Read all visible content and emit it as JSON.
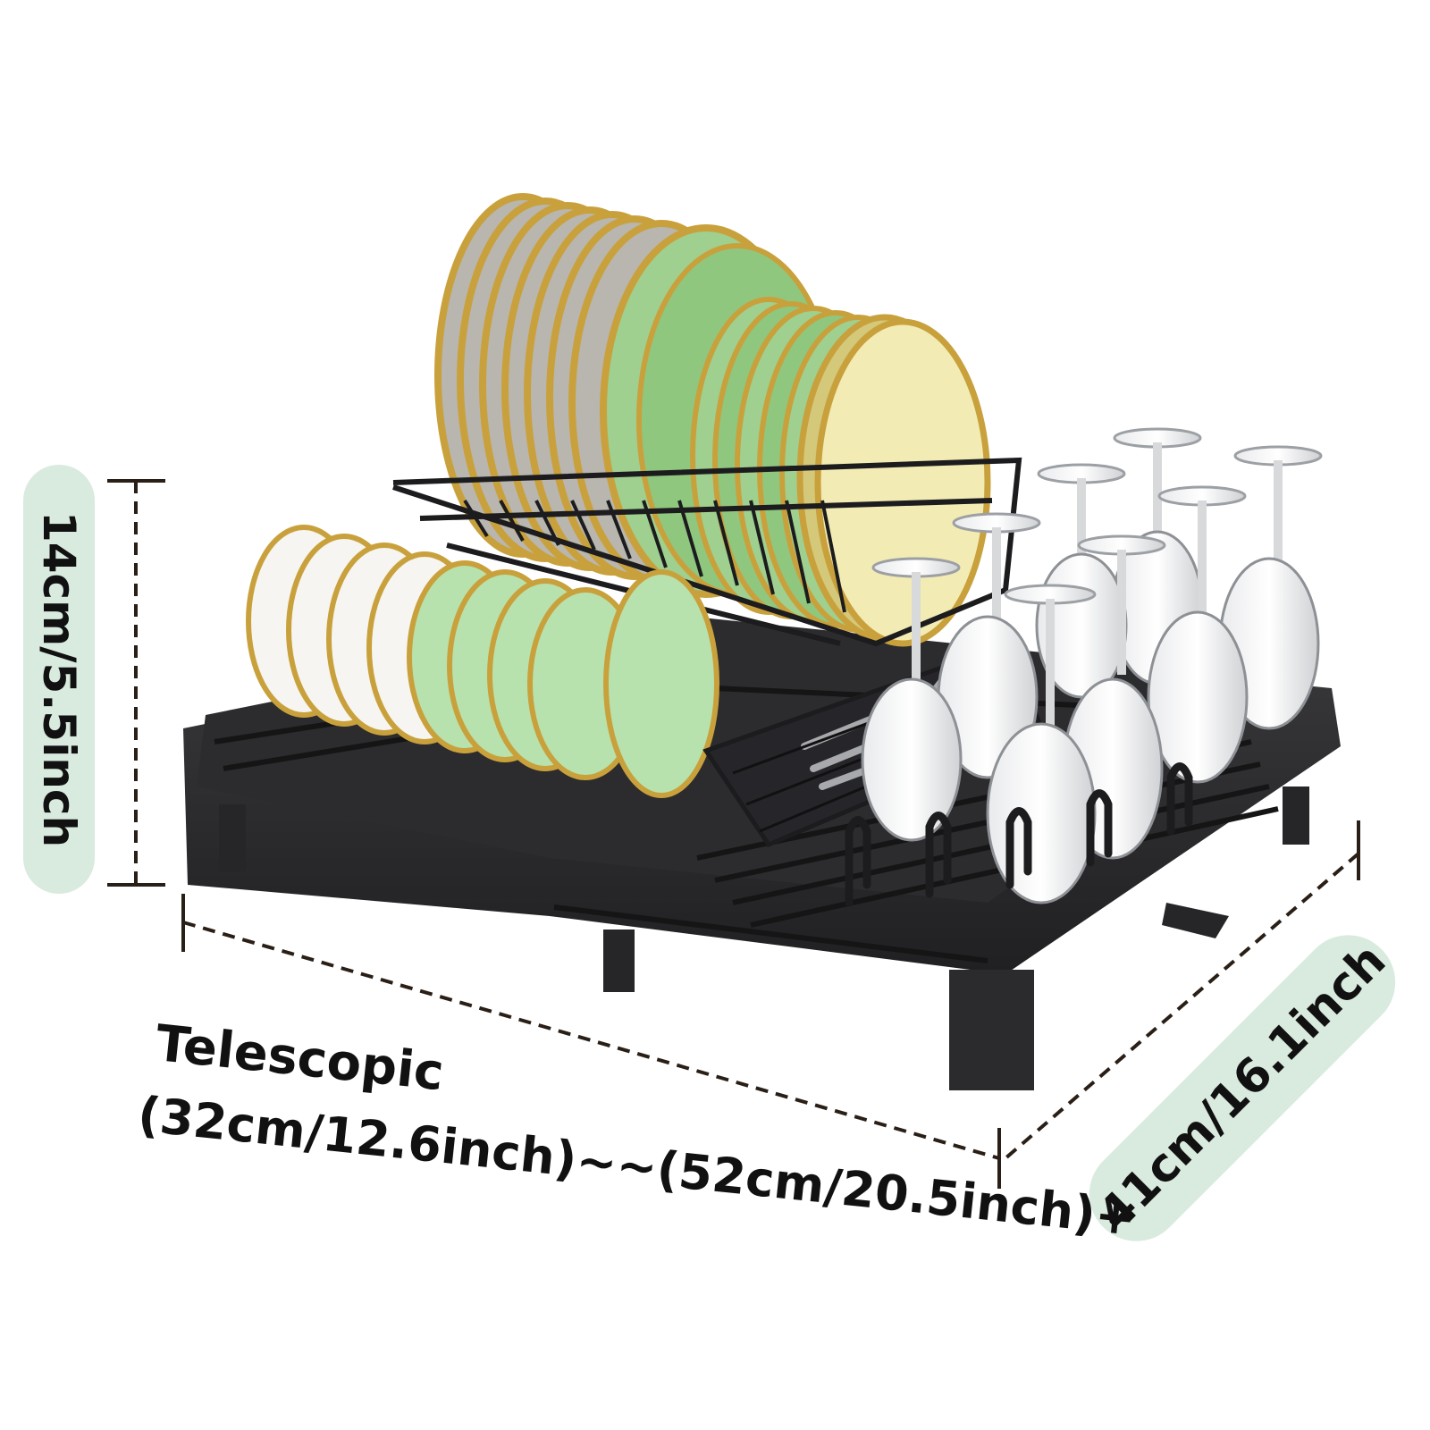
{
  "dimensions": {
    "height_label": "14cm/5.5inch",
    "depth_label": "41cm/16.1inch",
    "width_title": "Telescopic",
    "width_label": "(32cm/12.6inch)~~(52cm/20.5inch)+"
  },
  "colors": {
    "pill_background": "#d9eadf",
    "rack": "#2f2f31",
    "rack_dark": "#1c1c1e",
    "plate_rim": "#c9a13c",
    "plate_gray": "#b9b6b0",
    "plate_green": "#9fd08f",
    "plate_yellow": "#f3ebb4",
    "bowl_white": "#f6f5f1",
    "bowl_green": "#b8e2ad",
    "dash_line": "#2a1f16"
  }
}
